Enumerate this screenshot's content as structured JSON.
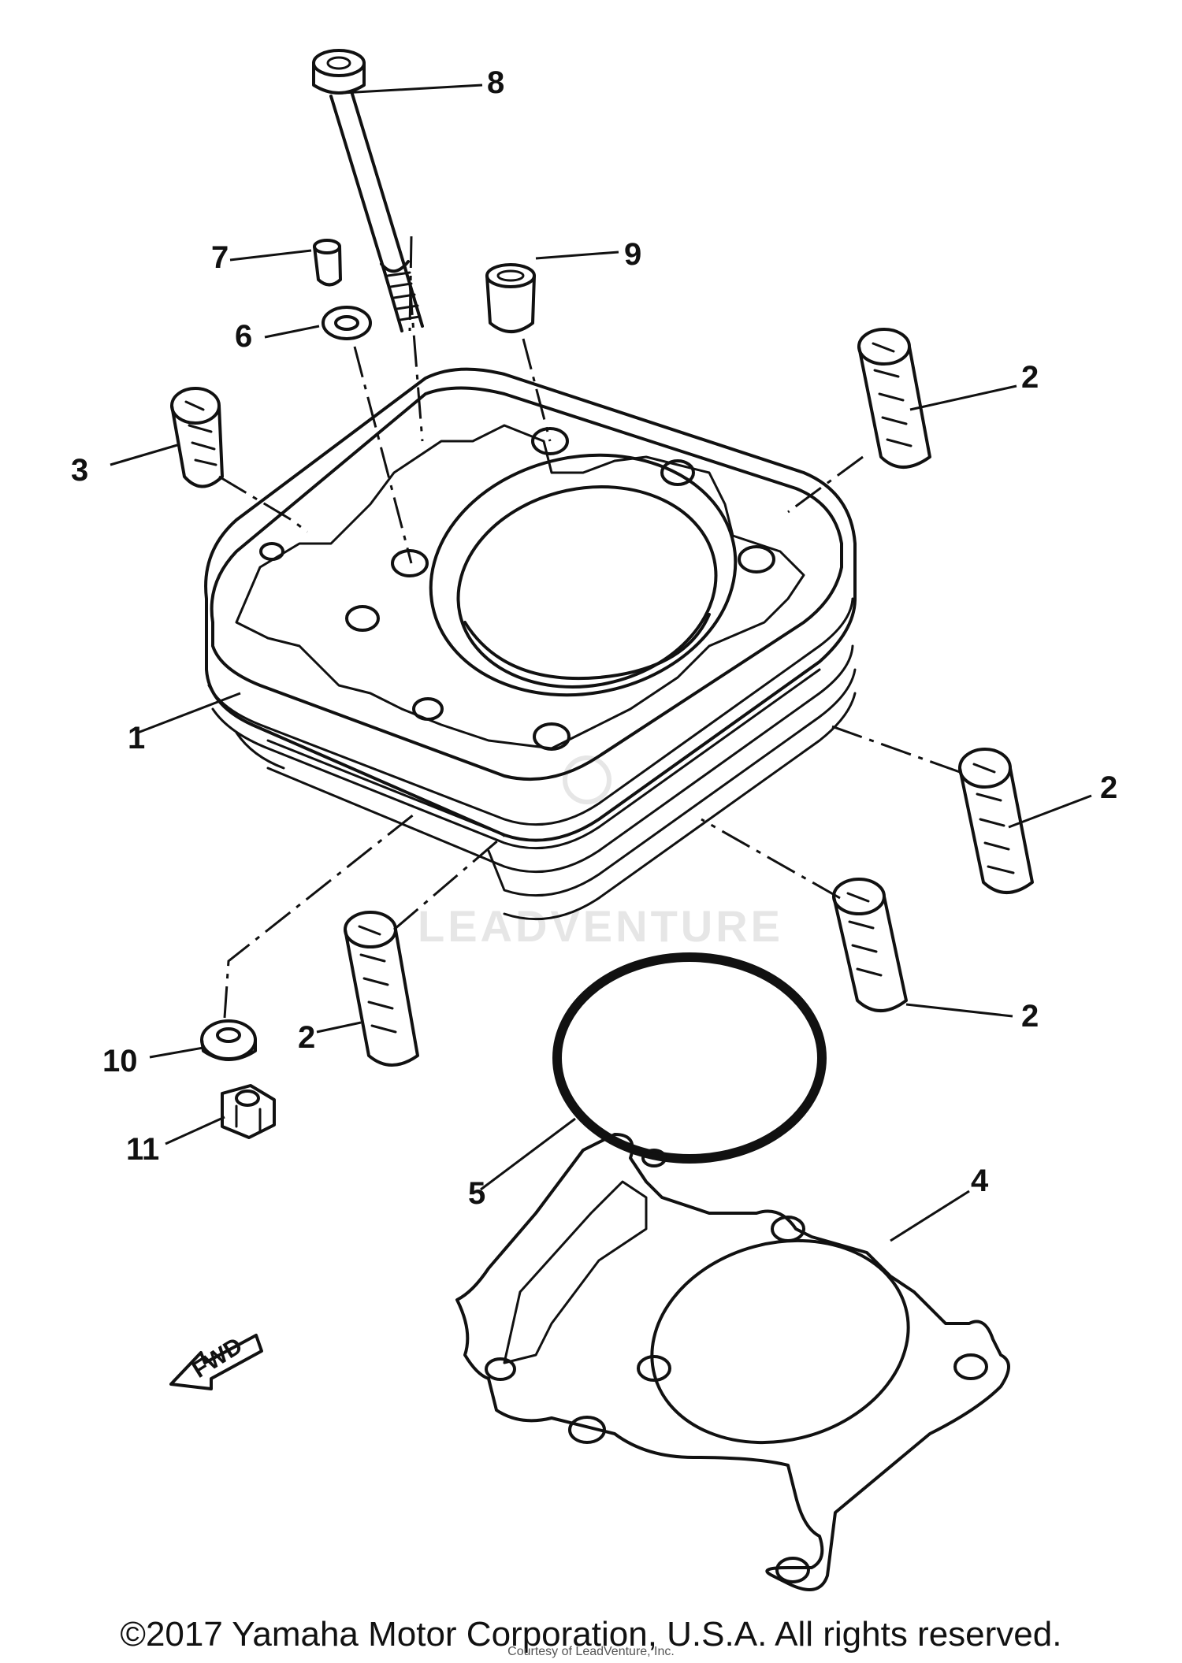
{
  "watermark": "LEADVENTURE",
  "fwd_label": "FWD",
  "callouts": {
    "c1": "1",
    "c2a": "2",
    "c2b": "2",
    "c2c": "2",
    "c2d": "2",
    "c3": "3",
    "c4": "4",
    "c5": "5",
    "c6": "6",
    "c7": "7",
    "c8": "8",
    "c9": "9",
    "c10": "10",
    "c11": "11"
  },
  "footer": {
    "copyright": "©2017 Yamaha Motor Corporation, U.S.A. All rights reserved.",
    "courtesy": "Courtesy of LeadVenture, Inc."
  }
}
